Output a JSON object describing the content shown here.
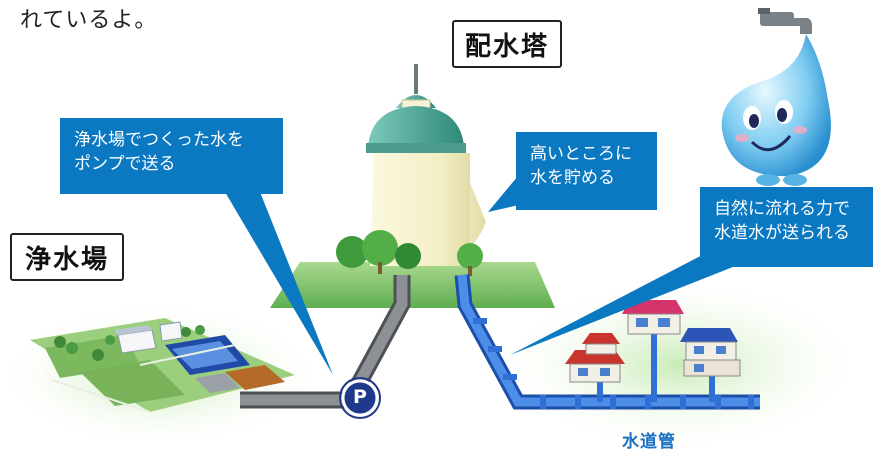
{
  "intro_text": "れているよ。",
  "labels": {
    "water_tower": "配水塔",
    "purification_plant": "浄水場",
    "water_pipe": "水道管"
  },
  "callouts": {
    "pump": [
      "浄水場でつくった水を",
      "ポンプで送る"
    ],
    "high_place": [
      "高いところに",
      "水を貯める"
    ],
    "gravity_flow": [
      "自然に流れる力で",
      "水道水が送られる"
    ]
  },
  "pump_symbol": "P",
  "colors": {
    "callout_blue": "#0b78c2",
    "pipe_blue": "#2f6fd6",
    "pipe_gray": "#6f7276",
    "hill_green": "#86c873",
    "ground_green": "#c8e8b4",
    "tower_dome": "#4fa89a",
    "tower_body": "#f7f3d2",
    "pipe_label": "#1a6fc0"
  },
  "icons": [
    "water-drop-mascot",
    "faucet-icon",
    "house-icon",
    "pump-icon",
    "tree-icon"
  ]
}
